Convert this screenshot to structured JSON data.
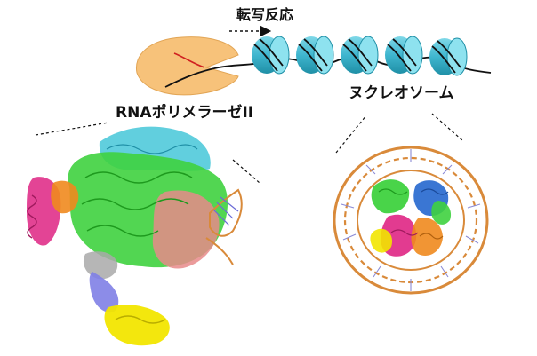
{
  "labels": {
    "transcription": "転写反応",
    "polymerase": "RNAポリメラーゼII",
    "nucleosome": "ヌクレオソーム"
  },
  "colors": {
    "polymerase_body": "#f7c27a",
    "nucleosome_barrel": "#3fb6cf",
    "nucleosome_barrel_dark": "#1f8fa6",
    "dna_strand": "#111111",
    "rna_strand": "#d02020",
    "dna_ribbon": "#d98a3a",
    "green": "#3fd23f",
    "cyan": "#45c7d8",
    "magenta": "#e0308a",
    "salmon": "#e88a8a",
    "blue": "#2f6fd1",
    "yellow": "#f2e600",
    "lavender": "#7f7fe6",
    "orange": "#f08a1e",
    "gray": "#a9a9a9"
  },
  "icons": {
    "arrow": "dashed-right-arrow-icon"
  }
}
